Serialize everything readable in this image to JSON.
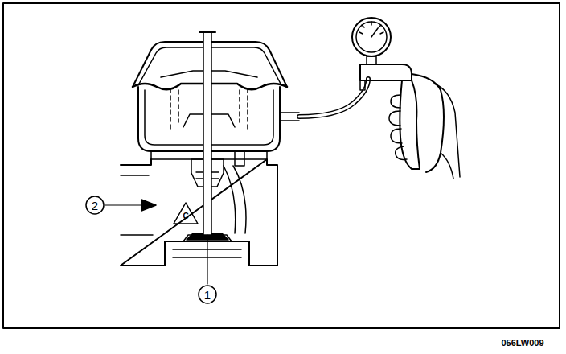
{
  "diagram": {
    "labels": [
      "1",
      "2",
      "C",
      "056LW009"
    ]
  }
}
